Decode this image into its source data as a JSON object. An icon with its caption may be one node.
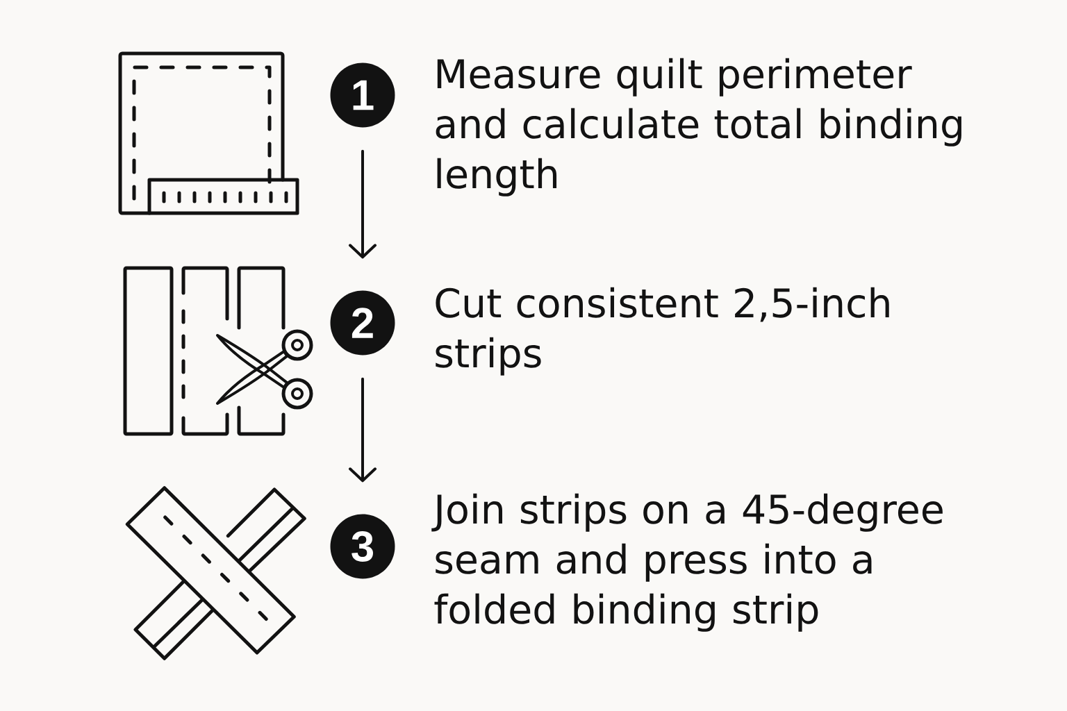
{
  "diagram": {
    "nodes": [
      {
        "text": [
          "1"
        ],
        "beside": [
          "Measure quilt perimeter and calculate total binding length"
        ]
      },
      {
        "text": [
          "2"
        ],
        "beside": [
          "Cut consistent 2,5-inch strips"
        ]
      },
      {
        "text": [
          "3"
        ],
        "beside": [
          "Join strips on a 45-degree seam and press into a folded binding strip"
        ]
      }
    ],
    "edges": [
      {
        "from": 0,
        "to": 1,
        "arrow": "to"
      },
      {
        "from": 1,
        "to": 2,
        "arrow": "to"
      }
    ]
  }
}
